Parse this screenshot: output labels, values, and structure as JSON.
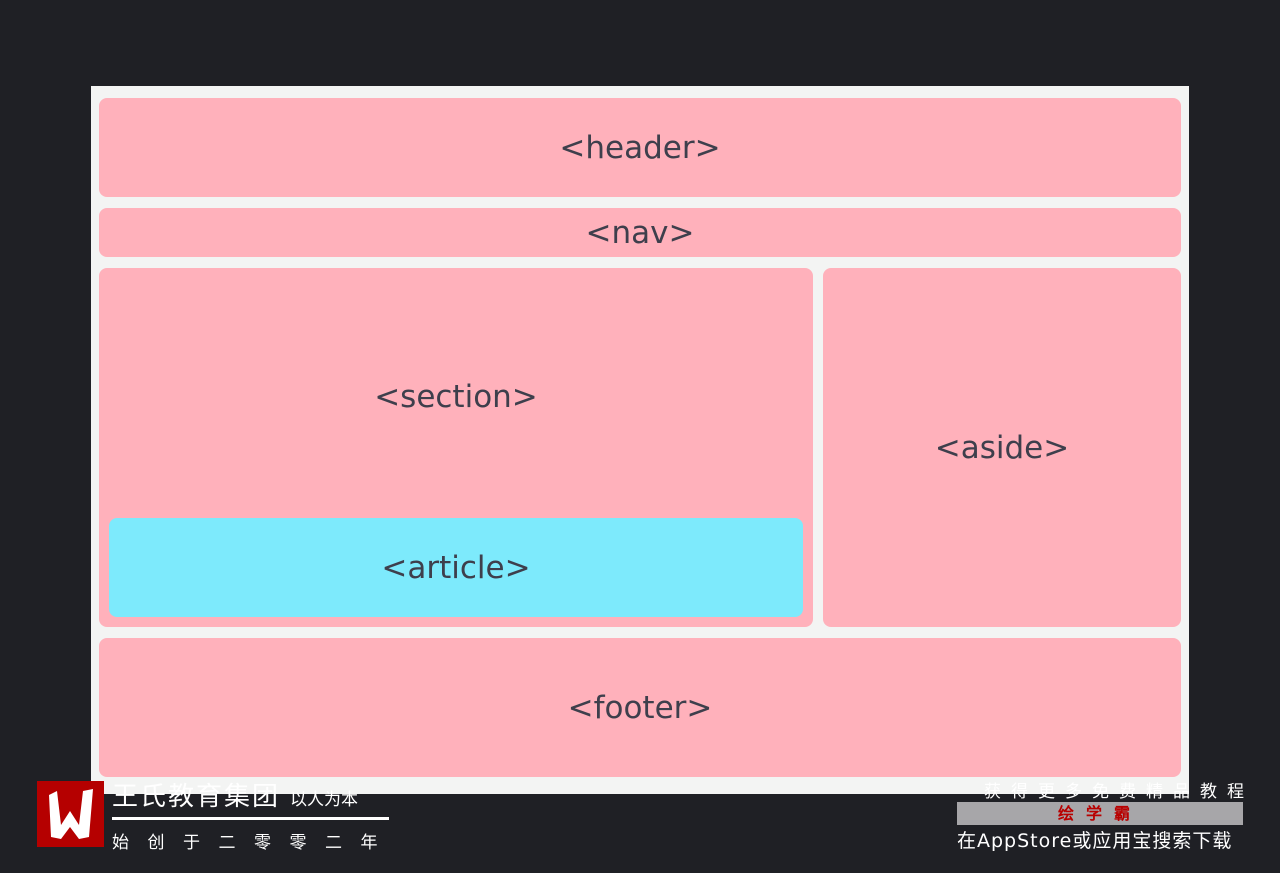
{
  "layout_boxes": {
    "header": "<header>",
    "nav": "<nav>",
    "section": "<section>",
    "article": "<article>",
    "aside": "<aside>",
    "footer": "<footer>"
  },
  "colors": {
    "box": "#ffb1bb",
    "article": "#7deafc",
    "background": "#1f2025",
    "panel": "#f3f4f3"
  },
  "watermark": {
    "left": {
      "logo_letter": "W",
      "org_name": "王氏教育集团",
      "slogan": "以人为本",
      "founded": "始创于二零零二年"
    },
    "right": {
      "line1": "获得更多免费精品教程",
      "brand": "绘学霸",
      "line3": "在AppStore或应用宝搜索下载"
    }
  }
}
